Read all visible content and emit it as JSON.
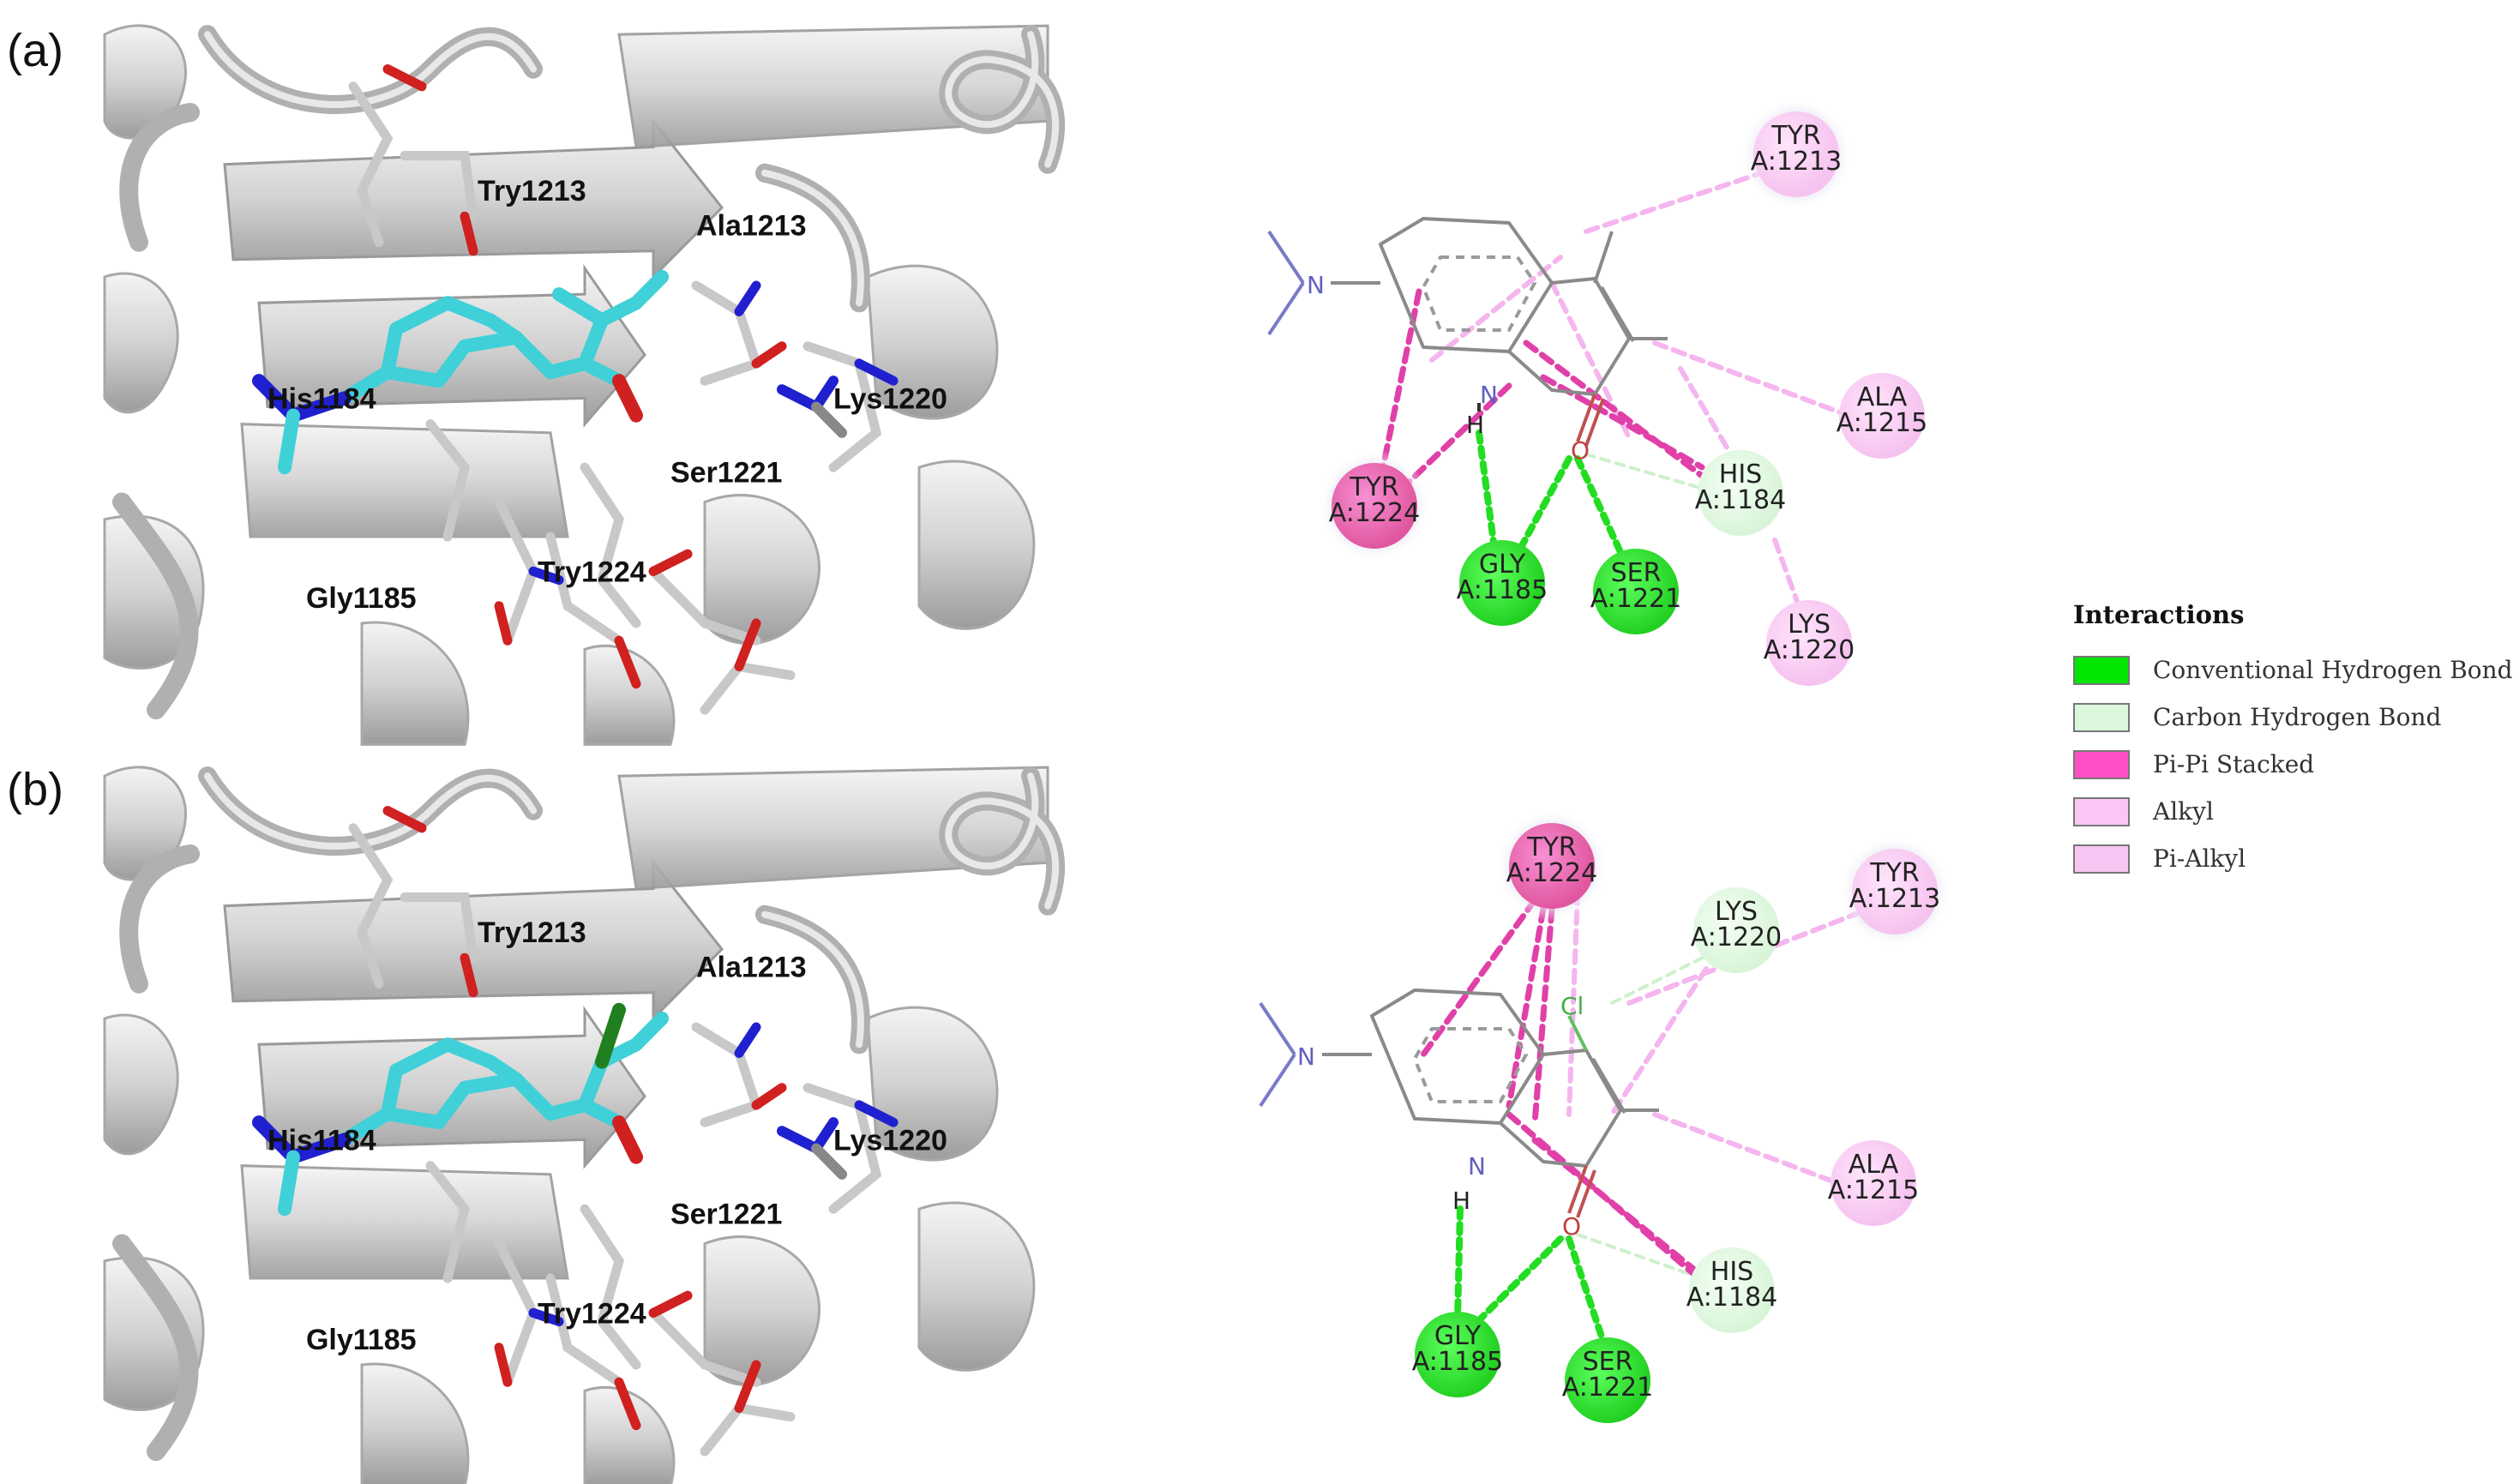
{
  "panels": [
    {
      "label": "(a)",
      "labels_3d": [
        "Try1213",
        "Ala1213",
        "His1184",
        "Lys1220",
        "Ser1221",
        "Gly1185",
        "Try1224"
      ],
      "residues": [
        {
          "name": "TYR",
          "id": "A:1213",
          "type": "Pi-Alkyl"
        },
        {
          "name": "ALA",
          "id": "A:1215",
          "type": "Alkyl"
        },
        {
          "name": "HIS",
          "id": "A:1184",
          "type": "Carbon Hydrogen Bond"
        },
        {
          "name": "LYS",
          "id": "A:1220",
          "type": "Alkyl"
        },
        {
          "name": "TYR",
          "id": "A:1224",
          "type": "Pi-Pi Stacked"
        },
        {
          "name": "GLY",
          "id": "A:1185",
          "type": "Conventional Hydrogen Bond"
        },
        {
          "name": "SER",
          "id": "A:1221",
          "type": "Conventional Hydrogen Bond"
        }
      ],
      "atoms": {
        "n_ring": "N",
        "h": "H",
        "o": "O"
      }
    },
    {
      "label": "(b)",
      "labels_3d": [
        "Try1213",
        "Ala1213",
        "His1184",
        "Lys1220",
        "Ser1221",
        "Gly1185",
        "Try1224"
      ],
      "residues": [
        {
          "name": "TYR",
          "id": "A:1224",
          "type": "Pi-Pi Stacked"
        },
        {
          "name": "LYS",
          "id": "A:1220",
          "type": "Carbon Hydrogen Bond"
        },
        {
          "name": "TYR",
          "id": "A:1213",
          "type": "Pi-Alkyl"
        },
        {
          "name": "ALA",
          "id": "A:1215",
          "type": "Alkyl"
        },
        {
          "name": "HIS",
          "id": "A:1184",
          "type": "Carbon Hydrogen Bond"
        },
        {
          "name": "GLY",
          "id": "A:1185",
          "type": "Conventional Hydrogen Bond"
        },
        {
          "name": "SER",
          "id": "A:1221",
          "type": "Conventional Hydrogen Bond"
        }
      ],
      "atoms": {
        "n_ring": "N",
        "h": "H",
        "o": "O",
        "cl": "Cl"
      }
    }
  ],
  "legend": {
    "title": "Interactions",
    "items": [
      {
        "label": "Conventional Hydrogen Bond",
        "color": "#00e600"
      },
      {
        "label": "Carbon Hydrogen Bond",
        "color": "#dcf7dc"
      },
      {
        "label": "Pi-Pi Stacked",
        "color": "#ff4fc4"
      },
      {
        "label": "Alkyl",
        "color": "#fbc6f6"
      },
      {
        "label": "Pi-Alkyl",
        "color": "#f8c6f3"
      }
    ]
  },
  "colors": {
    "conventional_hbond": "#22dd22",
    "carbon_hbond": "#ccf0cc",
    "pi_pi": "#e040a8",
    "alkyl": "#f5b5ee",
    "ribbon": "#d8d8d8",
    "ligand": "#40d0d8",
    "nitrogen": "#2020e0",
    "oxygen": "#e02020",
    "chlorine": "#208020"
  }
}
